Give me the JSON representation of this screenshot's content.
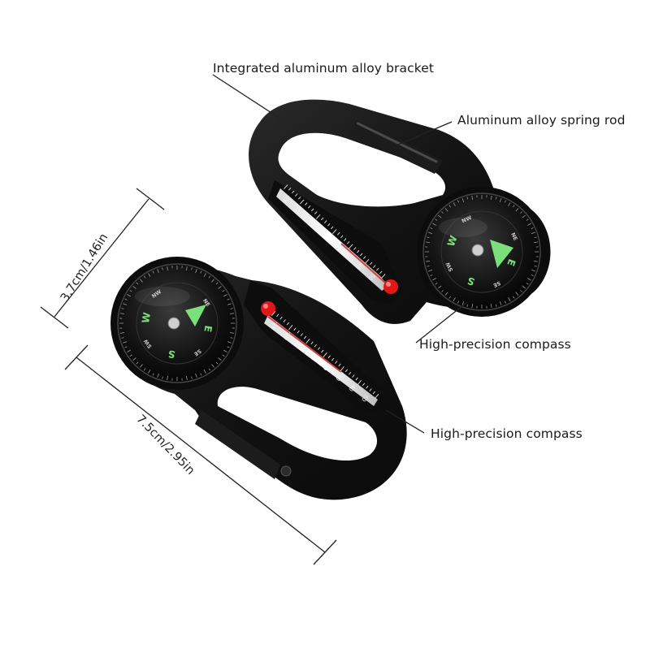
{
  "callouts": {
    "bracket": "Integrated aluminum alloy bracket",
    "spring_rod": "Aluminum alloy spring rod",
    "compass_top": "High-precision compass",
    "compass_bottom": "High-precision compass"
  },
  "dimensions": {
    "height": "3.7cm/1.46in",
    "width": "7.5cm/2.95in"
  },
  "compass_labels": [
    "W",
    "NW",
    "NE",
    "SW",
    "S",
    "SE",
    "E"
  ],
  "thermometer_scale": [
    "-20",
    "-10",
    "0",
    "10",
    "20",
    "30",
    "40",
    "50"
  ],
  "colors": {
    "body": "#141414",
    "lens_glow": "#7a8a8a",
    "needle": "#7be07b",
    "bulb": "#e01818",
    "line": "#222222"
  }
}
